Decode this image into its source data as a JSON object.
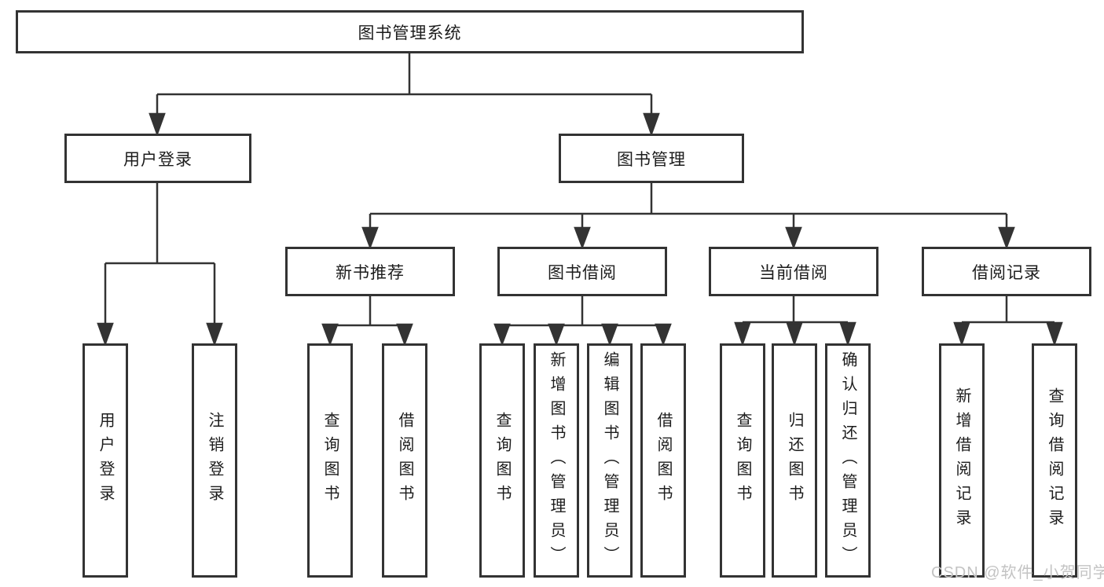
{
  "diagram": {
    "type": "tree",
    "colors": {
      "line": "#333333",
      "box_border": "#333333",
      "box_background": "#ffffff",
      "text": "#1c1c1c",
      "watermark": "#c3c3c3"
    },
    "root": {
      "label": "图书管理系统"
    },
    "children": [
      {
        "label": "用户登录",
        "children": [
          {
            "label": "用户登录"
          },
          {
            "label": "注销登录"
          }
        ]
      },
      {
        "label": "图书管理",
        "children": [
          {
            "label": "新书推荐",
            "children": [
              {
                "label": "查询图书"
              },
              {
                "label": "借阅图书"
              }
            ]
          },
          {
            "label": "图书借阅",
            "children": [
              {
                "label": "查询图书"
              },
              {
                "label": "新增图书（管理员）"
              },
              {
                "label": "编辑图书（管理员）"
              },
              {
                "label": "借阅图书"
              }
            ]
          },
          {
            "label": "当前借阅",
            "children": [
              {
                "label": "查询图书"
              },
              {
                "label": "归还图书"
              },
              {
                "label": "确认归还（管理员）"
              }
            ]
          },
          {
            "label": "借阅记录",
            "children": [
              {
                "label": "新增借阅记录"
              },
              {
                "label": "查询借阅记录"
              }
            ]
          }
        ]
      }
    ],
    "watermark": "CSDN @软件_小贺同学"
  }
}
